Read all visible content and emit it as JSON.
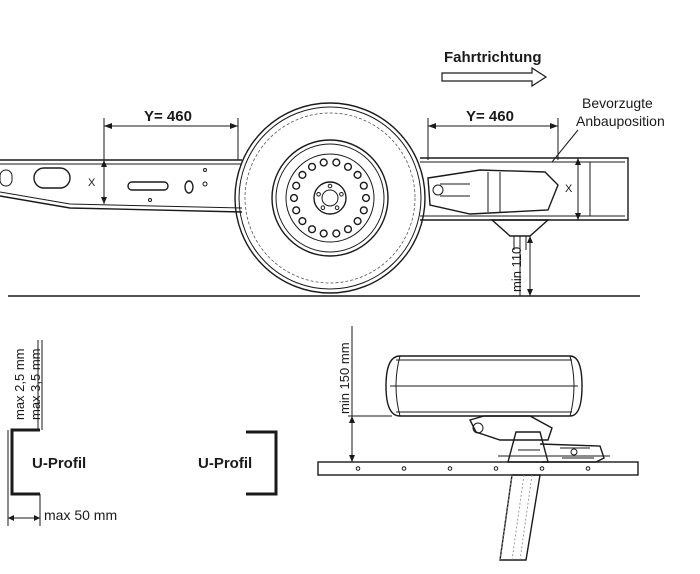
{
  "labels": {
    "direction": "Fahrtrichtung",
    "preferred_line1": "Bevorzugte",
    "preferred_line2": "Anbauposition",
    "y_left": "Y= 460",
    "y_right": "Y= 460",
    "x_left": "X",
    "x_right": "X",
    "min110": "min 110",
    "max25": "max 2,5 mm",
    "max35": "max 3,5 mm",
    "u_profil_left": "U-Profil",
    "u_profil_right": "U-Profil",
    "max50": "max 50 mm",
    "min150": "min 150 mm"
  }
}
